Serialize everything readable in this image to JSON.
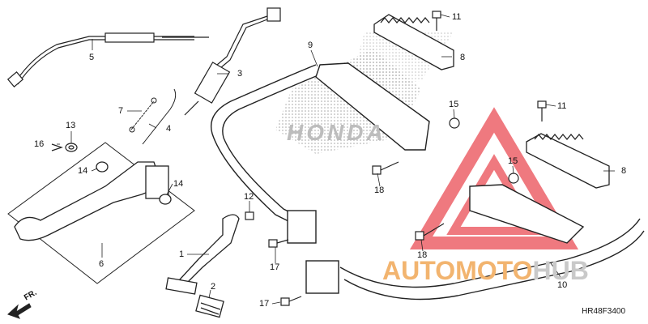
{
  "diagram": {
    "callouts": {
      "c1": "1",
      "c2": "2",
      "c3": "3",
      "c4": "4",
      "c5": "5",
      "c6": "6",
      "c7": "7",
      "c8a": "8",
      "c8b": "8",
      "c9": "9",
      "c10": "10",
      "c11a": "11",
      "c11b": "11",
      "c12": "12",
      "c13": "13",
      "c14a": "14",
      "c14b": "14",
      "c15a": "15",
      "c15b": "15",
      "c16": "16",
      "c17a": "17",
      "c17b": "17",
      "c18a": "18",
      "c18b": "18"
    },
    "direction_label": "FR.",
    "part_code": "HR48F3400",
    "emblem_text": "HONDA"
  },
  "watermark": {
    "part_a": "AUTOMOTO",
    "part_b": "HUB"
  },
  "colors": {
    "watermark_orange": "#f2b46f",
    "watermark_gray": "#c9c9c9",
    "triangle_red": "#e8323c"
  }
}
